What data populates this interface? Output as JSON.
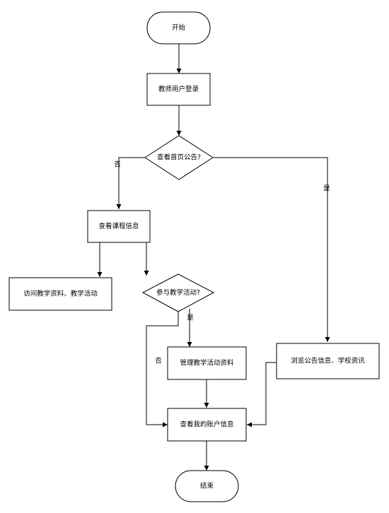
{
  "nodes": {
    "start": "开始",
    "login": "教师用户登录",
    "check_notice": "查看首页公告?",
    "view_course": "查看课程信息",
    "visit_materials": "访问教学资料、教学活动",
    "join_activity": "参与教学活动?",
    "manage_materials": "管理教学活动资料",
    "browse_notice": "浏览公告信息、学校资讯",
    "account_info": "查看我的账户信息",
    "end": "结束"
  },
  "edge_labels": {
    "notice_no": "否",
    "notice_yes": "是",
    "activity_yes": "是",
    "activity_no": "否"
  }
}
